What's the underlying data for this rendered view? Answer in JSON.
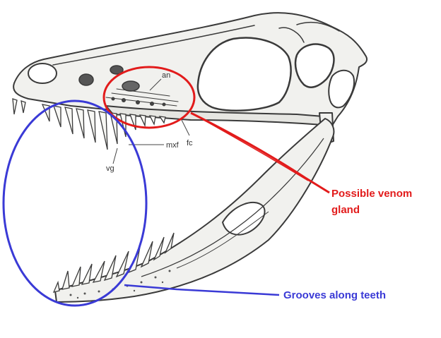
{
  "labels": {
    "antorbital_marker": "an",
    "maxillary_marker": "mxf",
    "venom_groove_marker": "vg",
    "fossa_marker": "fc"
  },
  "annotations": {
    "venom_line1": "Possible venom",
    "venom_line2": "gland",
    "grooves": "Grooves along teeth"
  },
  "colors": {
    "red": "#e21b1b",
    "blue": "#3a3ad6",
    "bone": "#f1f1ee",
    "ink": "#3a3a3a"
  }
}
